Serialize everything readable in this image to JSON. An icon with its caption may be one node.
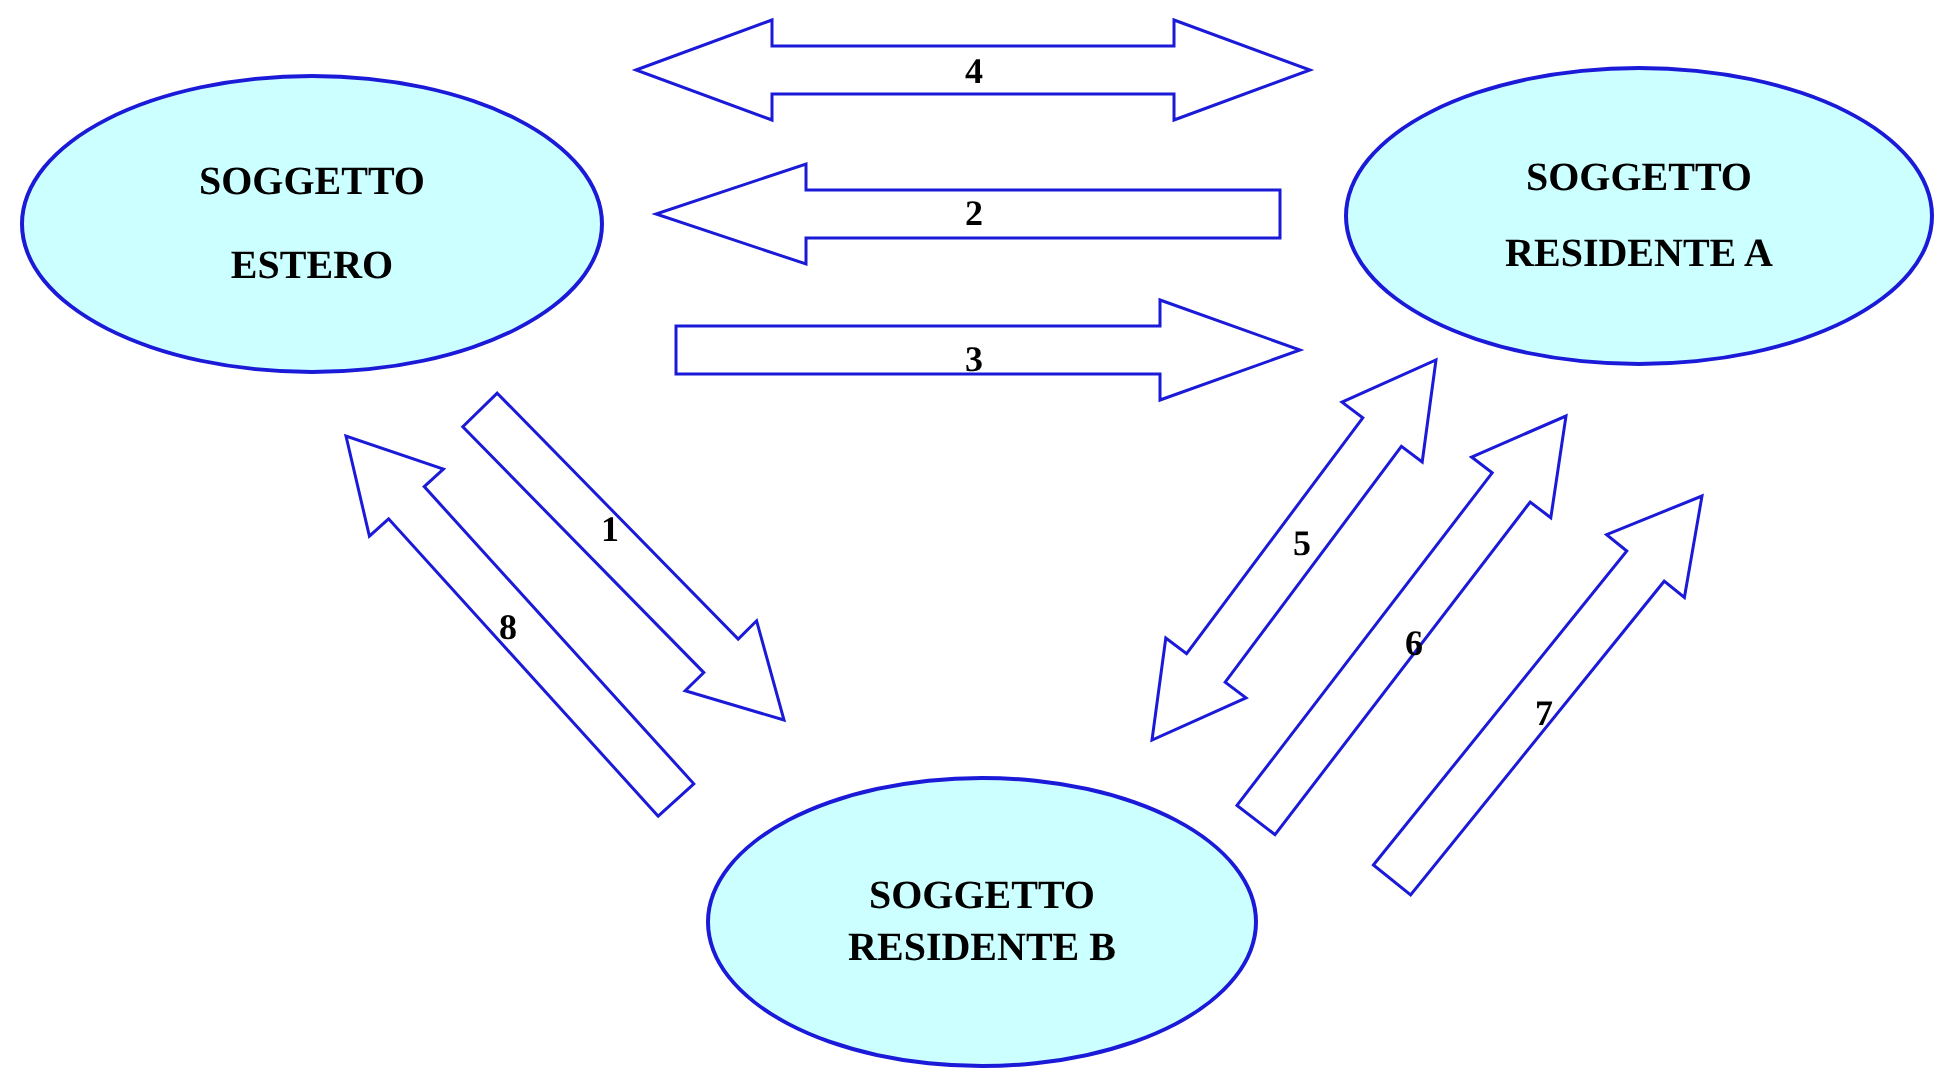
{
  "diagram": {
    "nodes": [
      {
        "text": [
          "SOGGETTO ESTERO"
        ]
      },
      {
        "text": [
          "SOGGETTO RESIDENTE A"
        ]
      },
      {
        "text": [
          "SOGGETTO RESIDENTE B"
        ]
      }
    ],
    "edges": [
      {
        "from": 0,
        "to": 2,
        "arrow": "to",
        "label": "1"
      },
      {
        "from": 1,
        "to": 0,
        "arrow": "to",
        "label": "2"
      },
      {
        "from": 0,
        "to": 1,
        "arrow": "to",
        "label": "3"
      },
      {
        "from": 0,
        "to": 1,
        "arrow": "both",
        "label": "4"
      },
      {
        "from": 1,
        "to": 2,
        "arrow": "both",
        "label": "5"
      },
      {
        "from": 2,
        "to": 1,
        "arrow": "to",
        "label": "6"
      },
      {
        "from": 2,
        "to": 1,
        "arrow": "to",
        "label": "7"
      },
      {
        "from": 2,
        "to": 0,
        "arrow": "to",
        "label": "8"
      }
    ]
  }
}
